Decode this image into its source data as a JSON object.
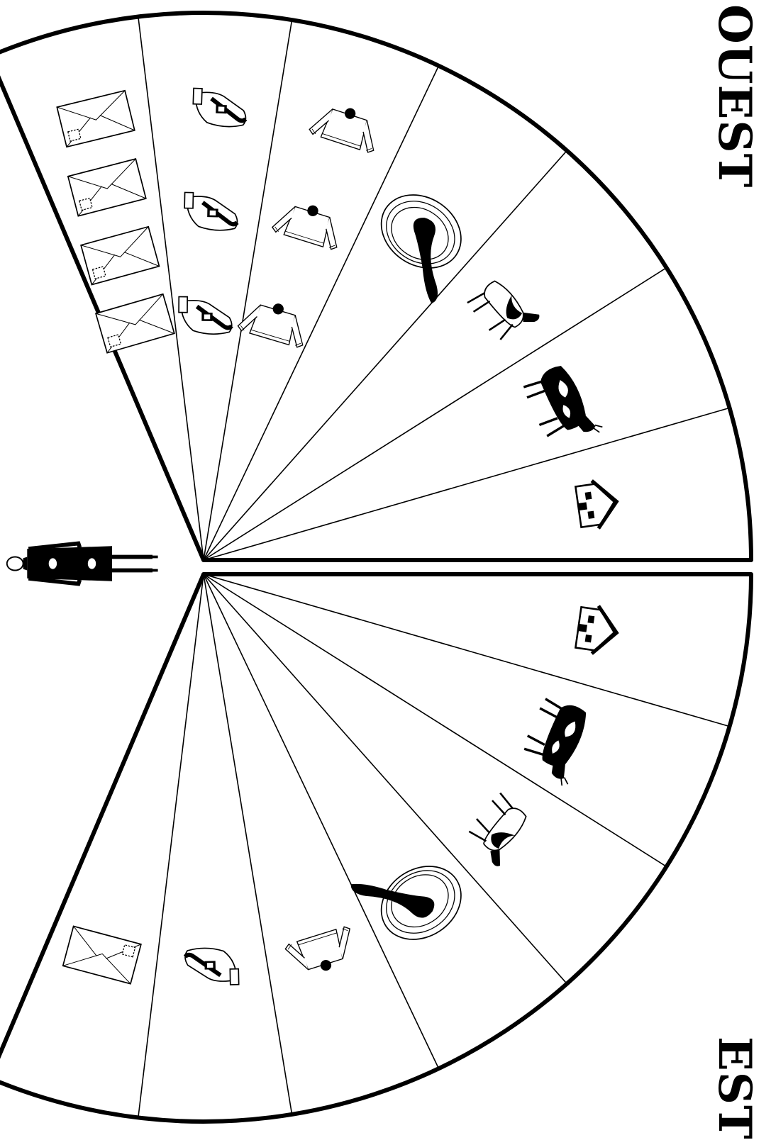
{
  "labels": {
    "west": "OUEST",
    "east": "EST"
  },
  "diagram": {
    "colors": {
      "ink": "#000000",
      "paper": "#ffffff"
    },
    "west_fan": {
      "segments": [
        {
          "icon": "envelope-icon",
          "count": 4
        },
        {
          "icon": "shoe-icon",
          "count": 3
        },
        {
          "icon": "sweater-icon",
          "count": 3
        },
        {
          "icon": "rope-coil-icon",
          "count": 1
        },
        {
          "icon": "calf-icon",
          "count": 1
        },
        {
          "icon": "cow-icon",
          "count": 1
        },
        {
          "icon": "house-icon",
          "count": 1
        }
      ]
    },
    "east_fan": {
      "segments": [
        {
          "icon": "house-icon",
          "count": 1
        },
        {
          "icon": "cow-icon",
          "count": 1
        },
        {
          "icon": "calf-icon",
          "count": 1
        },
        {
          "icon": "rope-coil-icon",
          "count": 1
        },
        {
          "icon": "sweater-icon",
          "count": 1
        },
        {
          "icon": "shoe-icon",
          "count": 1
        },
        {
          "icon": "envelope-icon",
          "count": 1
        }
      ]
    },
    "center_figure": "person-icon"
  }
}
